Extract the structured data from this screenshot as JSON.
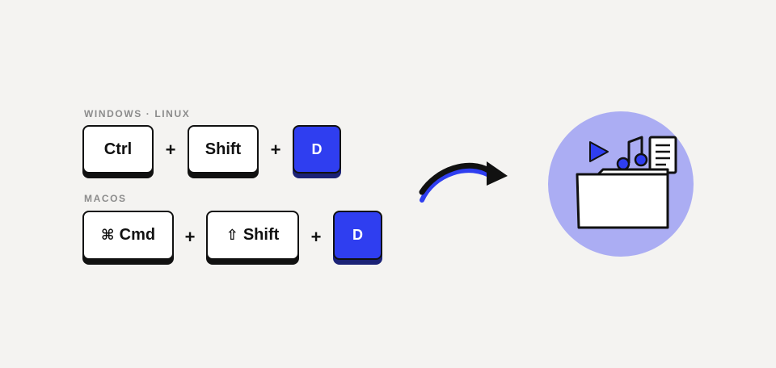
{
  "windows": {
    "label": "WINDOWS · LINUX",
    "keys": [
      "Ctrl",
      "Shift",
      "D"
    ],
    "separator": "+"
  },
  "macos": {
    "label": "MACOS",
    "keys": [
      {
        "icon": "command-icon",
        "glyph": "⌘",
        "text": "Cmd"
      },
      {
        "icon": "shift-arrow-icon",
        "glyph": "⇧",
        "text": "Shift"
      },
      {
        "text": "D"
      }
    ],
    "separator": "+"
  },
  "colors": {
    "accent": "#2f3ef0",
    "accent_shadow": "#1b2276",
    "circle": "#abadf3",
    "background": "#f4f3f1",
    "label": "#8c8c8c",
    "ink": "#111111"
  },
  "illustration": {
    "icons": [
      "curved-arrow-icon",
      "play-icon",
      "music-note-icon",
      "document-icon",
      "folder-icon"
    ]
  }
}
